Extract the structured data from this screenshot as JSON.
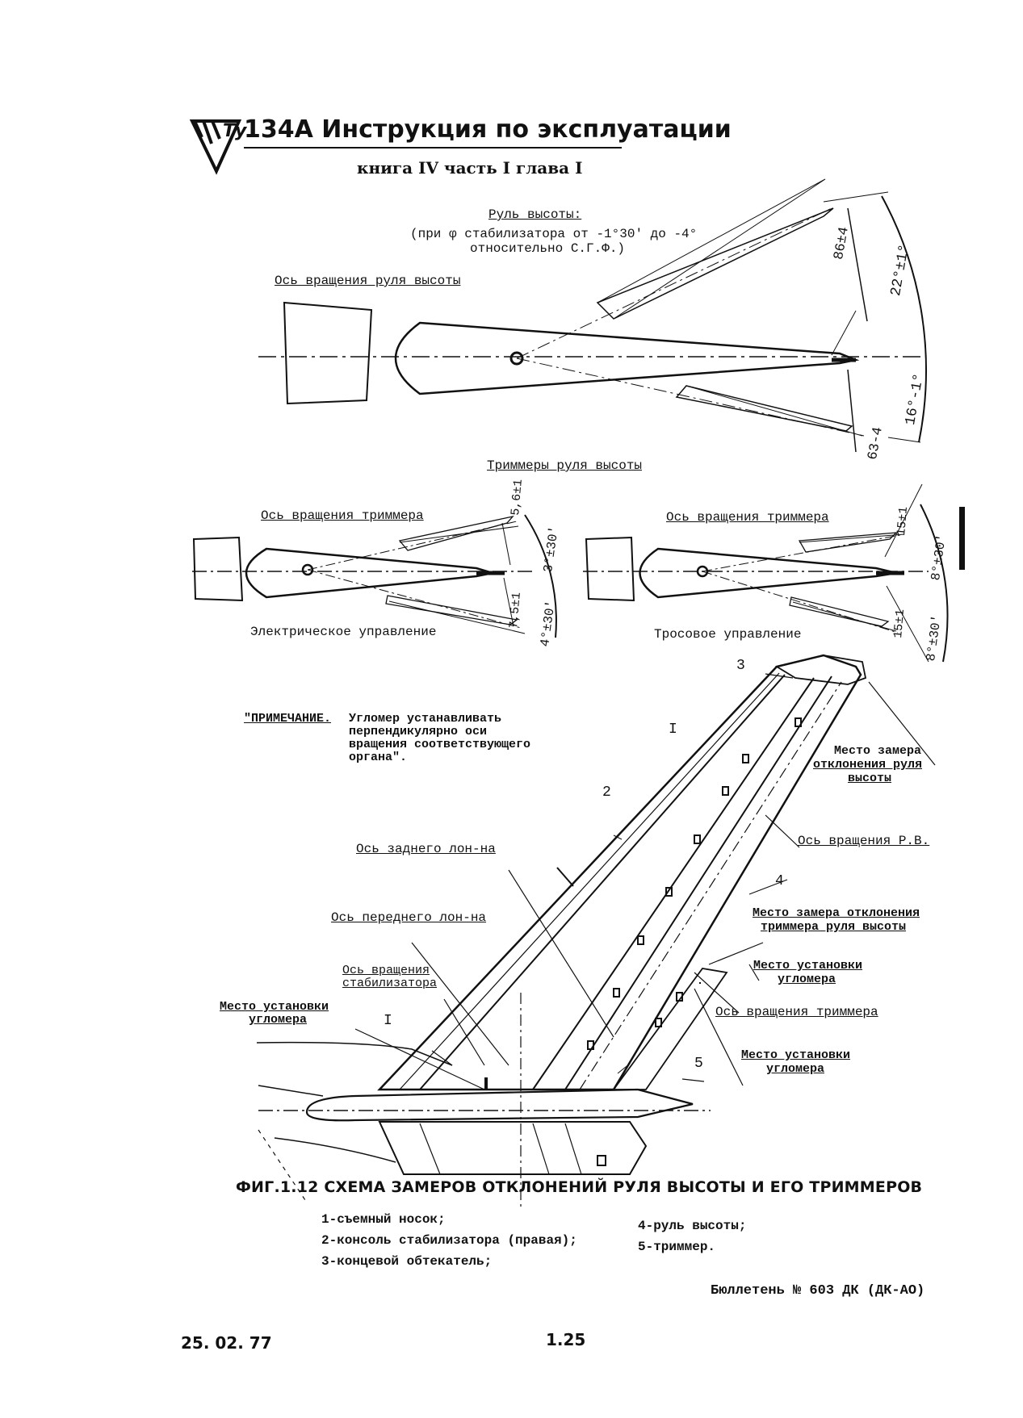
{
  "header": {
    "logo_text": "Ту",
    "title": "134А  Инструкция  по  эксплуатации",
    "subtitle": "книга IV часть I  глава I"
  },
  "elevator_diagram": {
    "heading": "Руль высоты:",
    "condition_line1": "(при φ стабилизатора от -1°30' до -4°",
    "condition_line2": "относительно С.Г.Ф.)",
    "axis_label": "Ось вращения руля высоты",
    "dim_up_mm": "86±4",
    "angle_up": "22°±1°",
    "angle_down": "16°-1°",
    "dim_down_mm": "63-4"
  },
  "trimmer_section": {
    "heading": "Триммеры руля высоты",
    "electric": {
      "axis_label": "Ось вращения триммера",
      "dim_up": "5,6±1",
      "angle_up": "3°±30'",
      "dim_down": "7,5±1",
      "angle_down": "4°±30'",
      "caption": "Электрическое управление"
    },
    "cable": {
      "axis_label": "Ось вращения триммера",
      "dim_up": "15±1",
      "angle_up": "8°±30'",
      "dim_down": "15±1",
      "angle_down": "8°±30'",
      "caption": "Тросовое управление"
    }
  },
  "note": {
    "label": "\"ПРИМЕЧАНИЕ.",
    "line1": "Угломер устанавливать",
    "line2": "перпендикулярно оси",
    "line3": "вращения соответствующего",
    "line4": "органа\"."
  },
  "stabilizer_diagram": {
    "callout_1": "I",
    "callout_1b": "I",
    "callout_2": "2",
    "callout_3": "3",
    "callout_4": "4",
    "callout_5": "5",
    "label_measure_elevator_1": "Место замера",
    "label_measure_elevator_2": "отклонения руля",
    "label_measure_elevator_3": "высоты",
    "label_elevator_axis": "Ось вращения Р.В.",
    "label_rear_spar": "Ось заднего лон-на",
    "label_front_spar": "Ось переднего лон-на",
    "label_stab_axis_1": "Ось вращения",
    "label_stab_axis_2": "стабилизатора",
    "label_gauge_left_1": "Место установки",
    "label_gauge_left_2": "угломера",
    "label_measure_trim_1": "Место замера отклонения",
    "label_measure_trim_2": "триммера руля высоты",
    "label_gauge_mid_1": "Место установки",
    "label_gauge_mid_2": "угломера",
    "label_trim_axis": "Ось вращения триммера",
    "label_gauge_right_1": "Место установки",
    "label_gauge_right_2": "угломера"
  },
  "figure": {
    "caption": "ФИГ.1.12  СХЕМА  ЗАМЕРОВ  ОТКЛОНЕНИЙ  РУЛЯ  ВЫСОТЫ  И  ЕГО  ТРИММЕРОВ",
    "legend_left": [
      "1-съемный носок;",
      "2-консоль стабилизатора (правая);",
      "3-концевой обтекатель;"
    ],
    "legend_right": [
      "4-руль высоты;",
      "5-триммер."
    ]
  },
  "footer": {
    "bulletin": "Бюллетень № 603 ДК (ДК-АО)",
    "date": "25. 02. 77",
    "page": "1.25"
  }
}
